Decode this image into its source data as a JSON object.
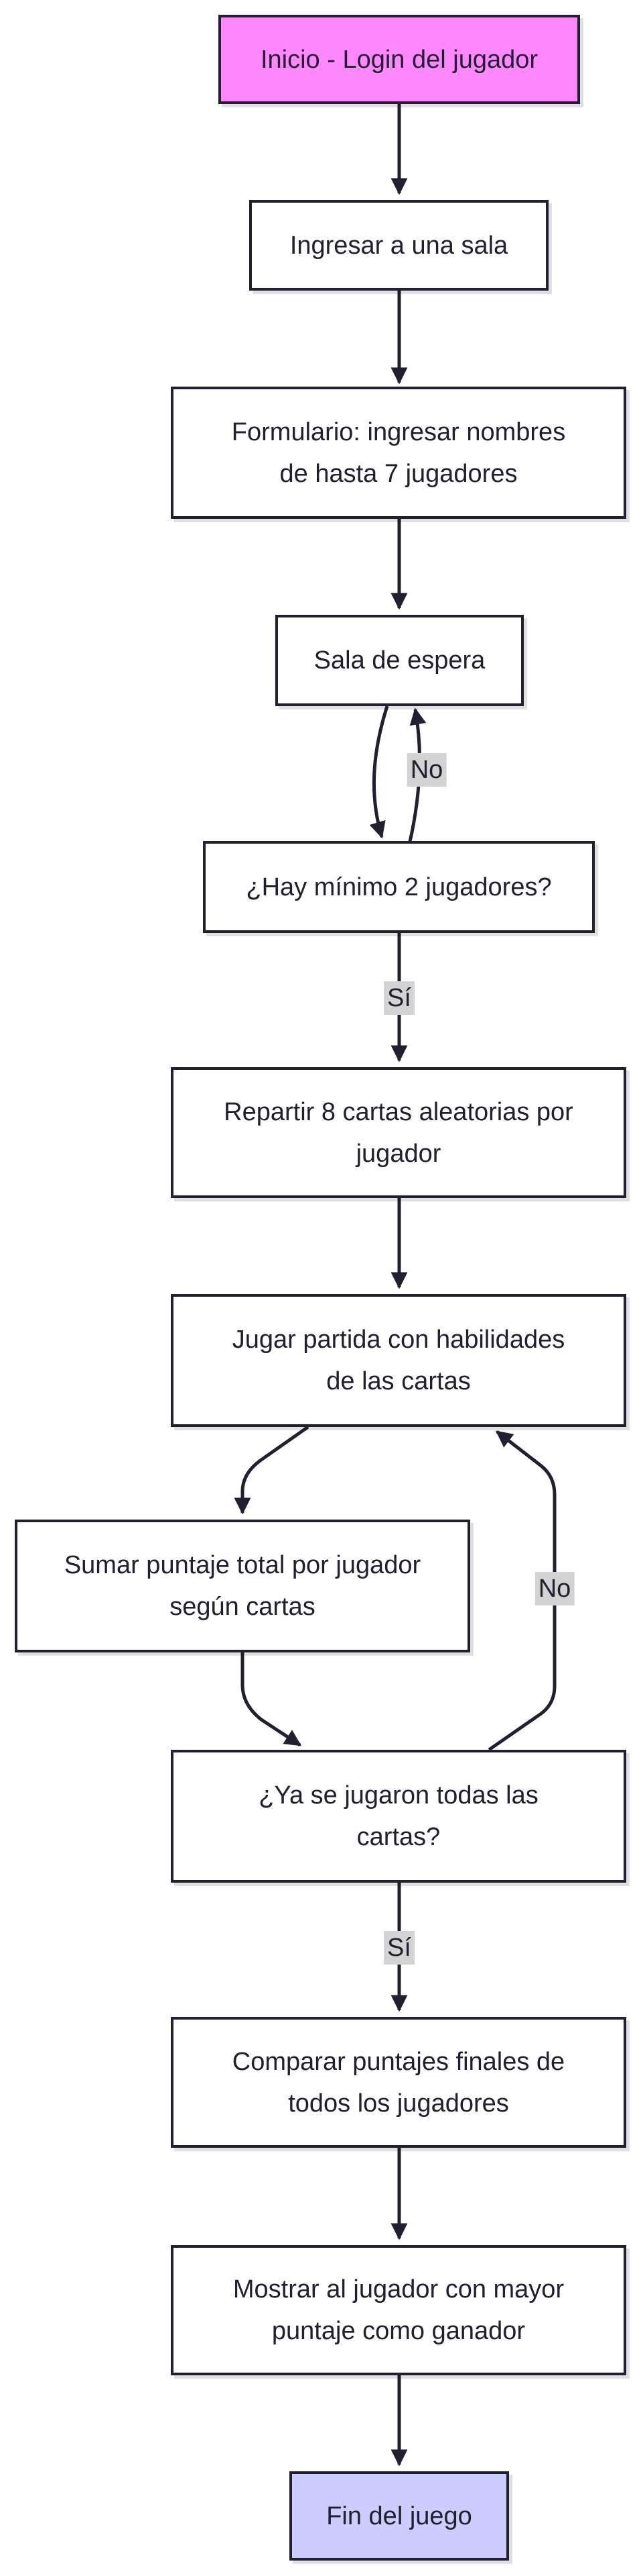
{
  "colors": {
    "start_fill": "#ff88ff",
    "end_fill": "#ccccff",
    "node_fill": "#ffffff",
    "stroke": "#202030",
    "edge_label_bg": "#d3d3d3"
  },
  "nodes": {
    "start": "Inicio - Login del jugador",
    "enter_room": "Ingresar a una sala",
    "form": "Formulario: ingresar nombres\nde hasta 7 jugadores",
    "waiting_room": "Sala de espera",
    "min_players": "¿Hay mínimo 2 jugadores?",
    "deal_cards": "Repartir 8 cartas aleatorias por\njugador",
    "play_match": "Jugar partida con habilidades\nde las cartas",
    "sum_score": "Sumar puntaje total por jugador\nsegún cartas",
    "all_played": "¿Ya se jugaron todas las\ncartas?",
    "compare": "Comparar puntajes finales de\ntodos los jugadores",
    "show_winner": "Mostrar al jugador con mayor\npuntaje como ganador",
    "end": "Fin del juego"
  },
  "edge_labels": {
    "no_players": "No",
    "yes_players": "Sí",
    "no_cards": "No",
    "yes_cards": "Sí"
  }
}
